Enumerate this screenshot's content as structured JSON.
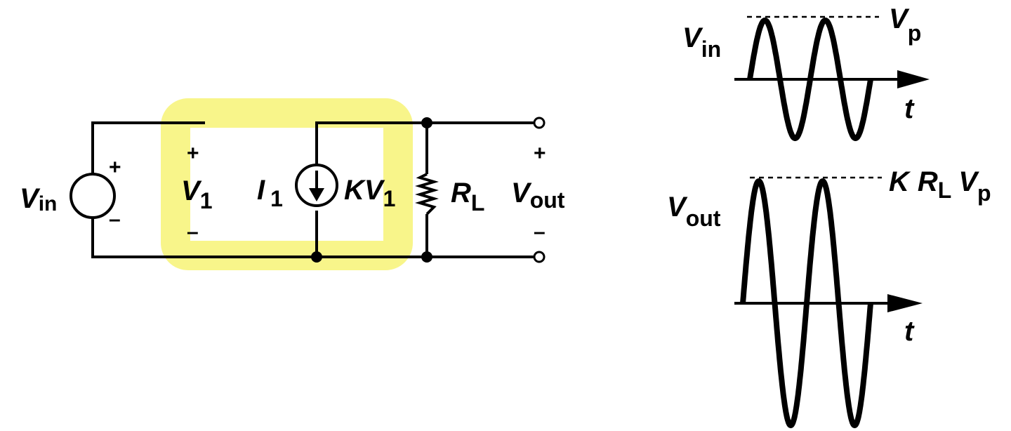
{
  "colors": {
    "highlight": "#f8f58a",
    "wire": "#000000",
    "background": "#ffffff"
  },
  "circuit": {
    "source": {
      "symbol": "V",
      "subscript": "in",
      "plus": "+",
      "minus": "–"
    },
    "port_v1": {
      "plus": "+",
      "symbol": "V",
      "subscript": "1",
      "minus": "–"
    },
    "current_source": {
      "symbol": "I",
      "subscript": "1",
      "value_prefix": "KV",
      "value_subscript": "1"
    },
    "load": {
      "symbol": "R",
      "subscript": "L"
    },
    "output": {
      "plus": "+",
      "symbol": "V",
      "subscript": "out",
      "minus": "–"
    }
  },
  "input_waveform": {
    "label_symbol": "V",
    "label_subscript": "in",
    "peak_symbol": "V",
    "peak_subscript": "p",
    "axis": "t",
    "cycles": 2,
    "amplitude": 1
  },
  "output_waveform": {
    "label_symbol": "V",
    "label_subscript": "out",
    "peak_prefix": "K",
    "peak_r": "R",
    "peak_r_subscript": "L",
    "peak_v": "V",
    "peak_v_subscript": "p",
    "axis": "t",
    "cycles": 2,
    "amplitude": 2
  }
}
